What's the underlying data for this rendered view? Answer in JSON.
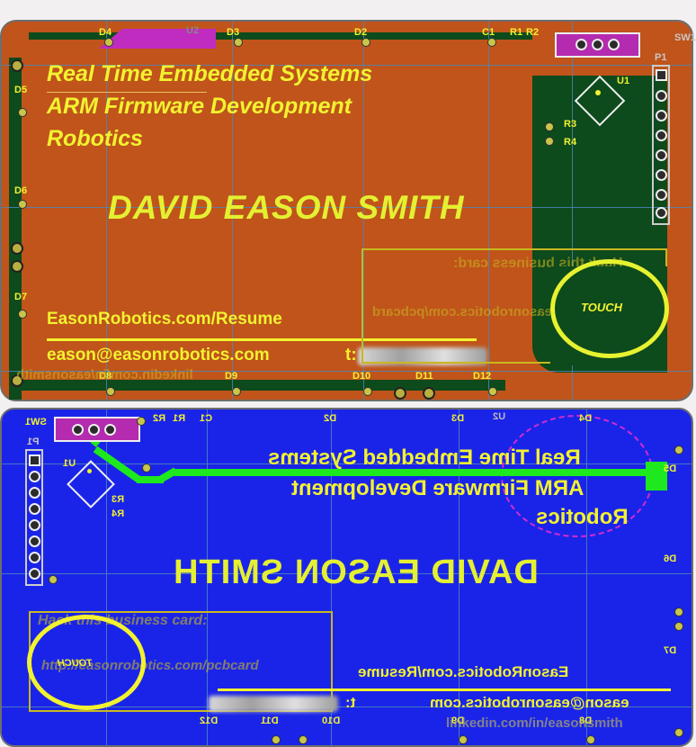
{
  "top": {
    "line1": "Real Time Embedded Systems",
    "line2": "ARM Firmware Development",
    "line3": "Robotics",
    "name": "DAVID EASON SMITH",
    "url": "EasonRobotics.com/Resume",
    "email": "eason@easonrobotics.com",
    "phone_label": "t:",
    "linkedin_mirror": "linkedin.com/in/easonsmith",
    "hack_mirror": "Hack this business card:",
    "pcbcard_mirror": "http://easonrobotics.com/pcbcard",
    "touch": "TOUCH",
    "refs": [
      "D4",
      "U2",
      "D3",
      "D2",
      "C1",
      "R1",
      "R2",
      "SW1",
      "P1",
      "U1",
      "R3",
      "R4",
      "D5",
      "D6",
      "D7",
      "D8",
      "D9",
      "D10",
      "D11",
      "D12"
    ]
  },
  "bottom": {
    "line1": "Real Time Embedded Systems",
    "line2": "ARM Firmware Development",
    "line3": "Robotics",
    "name": "DAVID EASON SMITH",
    "hack": "Hack this business card:",
    "pcbcard": "http://easonrobotics.com/pcbcard",
    "touch": "TOUCH",
    "url": "EasonRobotics.com/Resume",
    "email": "eason@easonrobotics.com",
    "phone_label": "t:",
    "linkedin": "linkedin.com/in/easonsmith",
    "refs": [
      "SW1",
      "R1",
      "R2",
      "C1",
      "D2",
      "D3",
      "U2",
      "D4",
      "P1",
      "U1",
      "R3",
      "R4",
      "D5",
      "D6",
      "D7",
      "D12",
      "D11",
      "D10",
      "D9",
      "D8"
    ]
  },
  "colors": {
    "top_copper": "#c0541a",
    "bottom_copper": "#1a24e8",
    "silkscreen": "#f2f230",
    "ground_fill": "#0d4a1c",
    "trace_green": "#1ee81e"
  }
}
